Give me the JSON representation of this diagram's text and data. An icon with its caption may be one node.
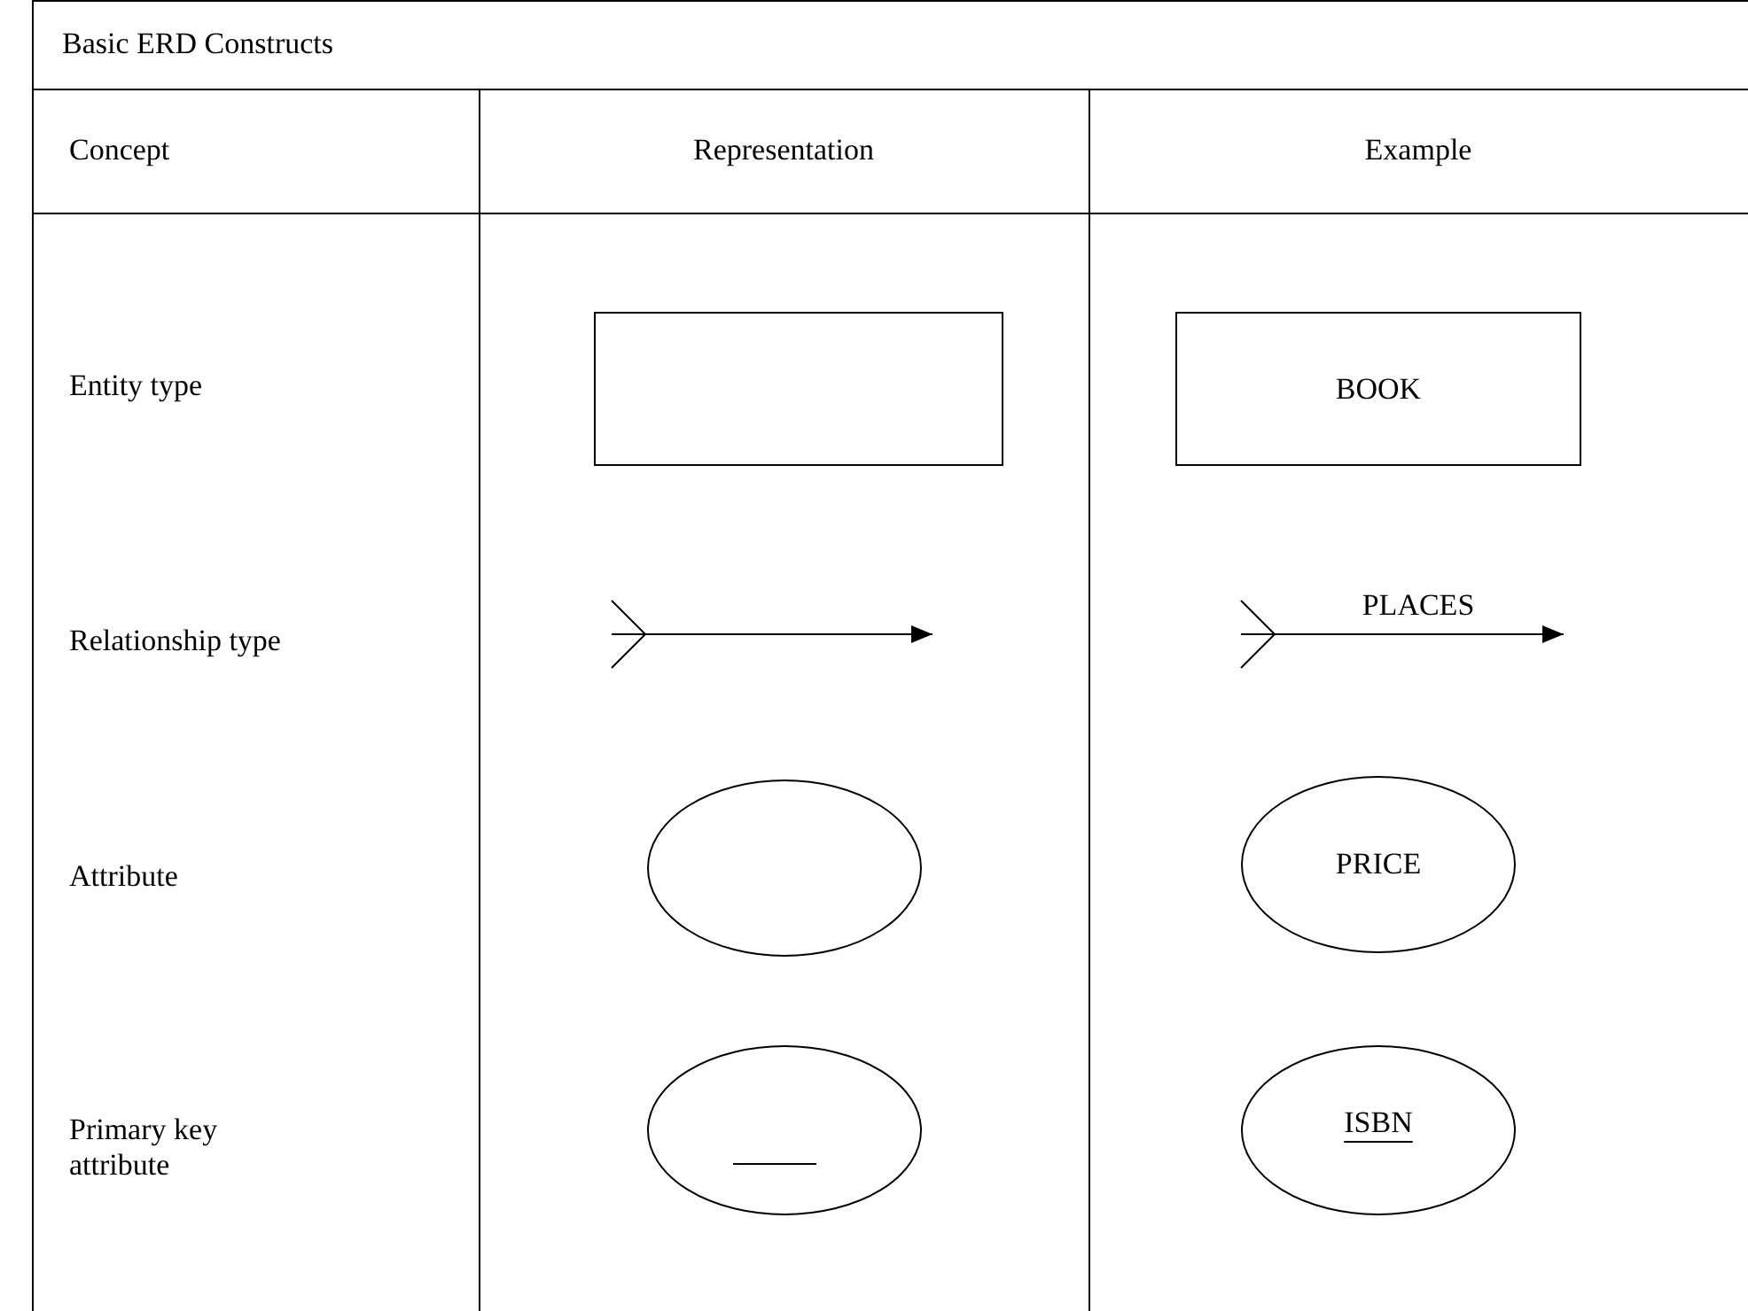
{
  "diagram": {
    "title": "Basic ERD Constructs",
    "nodes": [
      {
        "text": [],
        "shape": "box"
      },
      {
        "text": [
          "BOOK"
        ]
      },
      {
        "text": [],
        "shape": "ellipse"
      },
      {
        "text": [
          "PRICE"
        ]
      },
      {
        "text": [],
        "shape": "ellipse"
      },
      {
        "text": [
          "ISBN"
        ]
      }
    ],
    "labels": [
      "Concept",
      "Representation",
      "Example",
      "Entity type",
      "Relationship type",
      "PLACES",
      "Attribute",
      "Primary key attribute"
    ]
  }
}
